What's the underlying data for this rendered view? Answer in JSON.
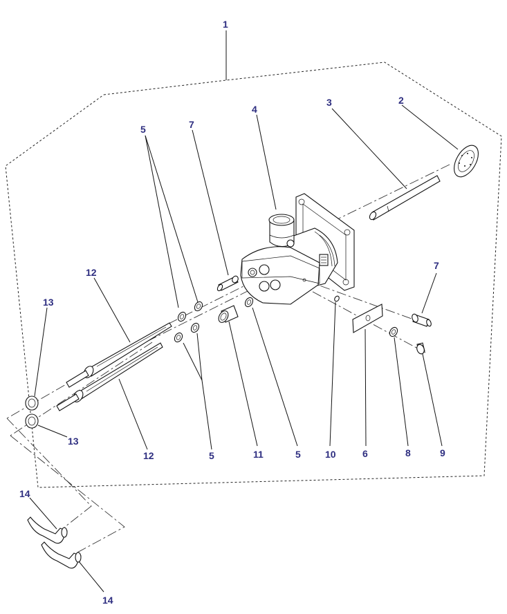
{
  "diagram": {
    "type": "exploded-parts-view",
    "label_color": "#2e2e80",
    "callouts": [
      {
        "id": "c1",
        "text": "1"
      },
      {
        "id": "c2",
        "text": "2"
      },
      {
        "id": "c3",
        "text": "3"
      },
      {
        "id": "c4",
        "text": "4"
      },
      {
        "id": "c5a",
        "text": "5"
      },
      {
        "id": "c7a",
        "text": "7"
      },
      {
        "id": "c7b",
        "text": "7"
      },
      {
        "id": "c12a",
        "text": "12"
      },
      {
        "id": "c13a",
        "text": "13"
      },
      {
        "id": "c13b",
        "text": "13"
      },
      {
        "id": "c12b",
        "text": "12"
      },
      {
        "id": "c5b",
        "text": "5"
      },
      {
        "id": "c11",
        "text": "11"
      },
      {
        "id": "c5c",
        "text": "5"
      },
      {
        "id": "c10",
        "text": "10"
      },
      {
        "id": "c6",
        "text": "6"
      },
      {
        "id": "c8",
        "text": "8"
      },
      {
        "id": "c9",
        "text": "9"
      },
      {
        "id": "c14a",
        "text": "14"
      },
      {
        "id": "c14b",
        "text": "14"
      }
    ]
  }
}
